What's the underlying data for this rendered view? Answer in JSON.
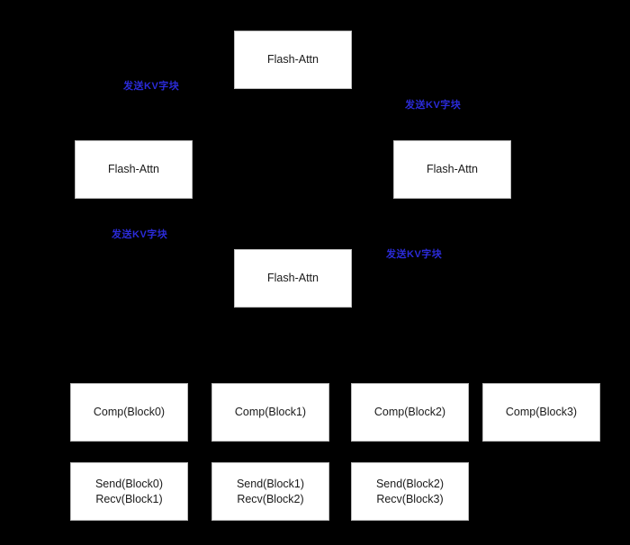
{
  "colors": {
    "background": "#000000",
    "box_fill": "#ffffff",
    "edge_label": "#2b2bd9"
  },
  "attn_nodes": [
    {
      "label": "Flash-Attn"
    },
    {
      "label": "Flash-Attn"
    },
    {
      "label": "Flash-Attn"
    },
    {
      "label": "Flash-Attn"
    }
  ],
  "edge_labels": [
    {
      "text": "发送KV字块"
    },
    {
      "text": "发送KV字块"
    },
    {
      "text": "发送KV字块"
    },
    {
      "text": "发送KV字块"
    }
  ],
  "comp_blocks": [
    {
      "label": "Comp(Block0)"
    },
    {
      "label": "Comp(Block1)"
    },
    {
      "label": "Comp(Block2)"
    },
    {
      "label": "Comp(Block3)"
    }
  ],
  "comm_blocks": [
    {
      "send": "Send(Block0)",
      "recv": "Recv(Block1)"
    },
    {
      "send": "Send(Block1)",
      "recv": "Recv(Block2)"
    },
    {
      "send": "Send(Block2)",
      "recv": "Recv(Block3)"
    }
  ]
}
